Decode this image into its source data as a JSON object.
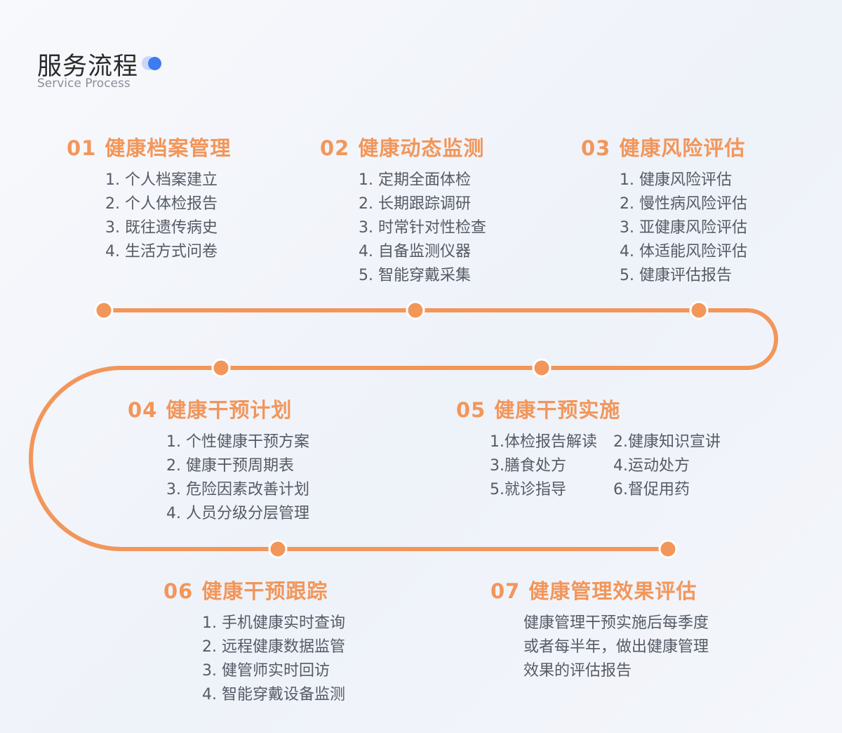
{
  "header": {
    "title": "服务流程",
    "subtitle": "Service Process"
  },
  "colors": {
    "accent": "#f2965a",
    "text": "#555b66",
    "title": "#2a2a2a",
    "dot_blue": "#3c7cf0",
    "dot_light": "#c9d8f7"
  },
  "steps": [
    {
      "num": "01",
      "title": "健康档案管理",
      "items": [
        "1. 个人档案建立",
        "2. 个人体检报告",
        "3. 既往遗传病史",
        "4. 生活方式问卷"
      ]
    },
    {
      "num": "02",
      "title": "健康动态监测",
      "items": [
        "1. 定期全面体检",
        "2. 长期跟踪调研",
        "3. 时常针对性检查",
        "4. 自备监测仪器",
        "5. 智能穿戴采集"
      ]
    },
    {
      "num": "03",
      "title": "健康风险评估",
      "items": [
        "1. 健康风险评估",
        "2. 慢性病风险评估",
        "3. 亚健康风险评估",
        "4. 体适能风险评估",
        "5. 健康评估报告"
      ]
    },
    {
      "num": "04",
      "title": "健康干预计划",
      "items": [
        "1. 个性健康干预方案",
        "2. 健康干预周期表",
        "3. 危险因素改善计划",
        "4. 人员分级分层管理"
      ]
    },
    {
      "num": "05",
      "title": "健康干预实施",
      "items": [
        "1.体检报告解读",
        "2.健康知识宣讲",
        "3.膳食处方",
        "4.运动处方",
        "5.就诊指导",
        "6.督促用药"
      ]
    },
    {
      "num": "06",
      "title": "健康干预跟踪",
      "items": [
        "1. 手机健康实时查询",
        "2. 远程健康数据监管",
        "3. 健管师实时回访",
        "4. 智能穿戴设备监测"
      ]
    },
    {
      "num": "07",
      "title": "健康管理效果评估",
      "lines": [
        "健康管理干预实施后每季度",
        "或者每半年，做出健康管理",
        "效果的评估报告"
      ]
    }
  ]
}
